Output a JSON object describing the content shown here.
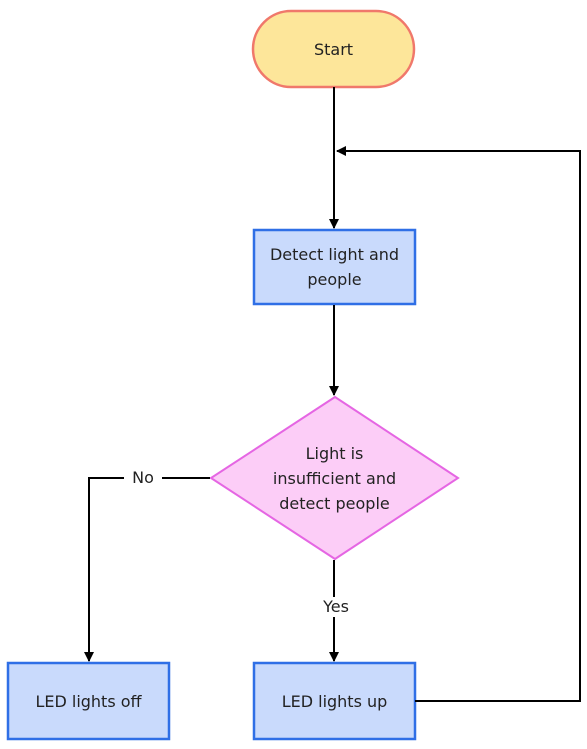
{
  "nodes": {
    "start": {
      "label": "Start",
      "fill": "#fde69a",
      "stroke": "#f0786b"
    },
    "detect": {
      "label": "Detect light and people",
      "fill": "#c9dafc",
      "stroke": "#2f6fe6"
    },
    "decision": {
      "label": "Light is insufficient and detect people",
      "fill": "#fccdf7",
      "stroke": "#e566e3"
    },
    "led_off": {
      "label": "LED lights off",
      "fill": "#c9dafc",
      "stroke": "#2f6fe6"
    },
    "led_up": {
      "label": "LED lights up",
      "fill": "#c9dafc",
      "stroke": "#2f6fe6"
    }
  },
  "edges": {
    "no_label": "No",
    "yes_label": "Yes",
    "color": "#000000"
  }
}
